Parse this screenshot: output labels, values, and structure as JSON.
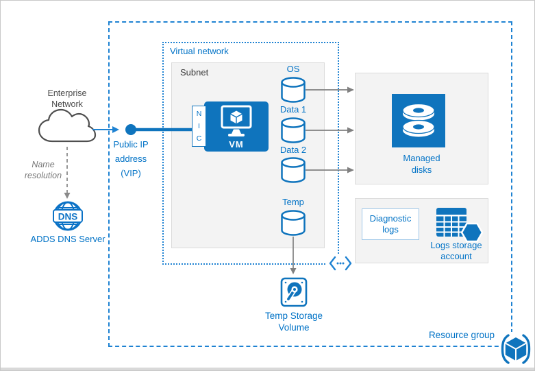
{
  "colors": {
    "accent_blue": "#0072C6",
    "fill_blue": "#0F74BD",
    "border_blue": "#1E82D2",
    "box_gray": "#F3F3F3",
    "arrow_gray": "#808080"
  },
  "rg": {
    "label": "Resource group"
  },
  "vnet": {
    "label": "Virtual network"
  },
  "subnet": {
    "label": "Subnet"
  },
  "left": {
    "enterprise": "Enterprise\nNetwork",
    "name_resolution": "Name\nresolution",
    "dns_text": "DNS",
    "dns_label": "ADDS DNS Server",
    "public_ip": "Public IP\naddress\n(VIP)"
  },
  "vm": {
    "nic": "N\nI\nC",
    "label": "VM"
  },
  "disks": {
    "os": "OS",
    "data1": "Data 1",
    "data2": "Data 2",
    "temp": "Temp"
  },
  "managed_disks": {
    "label": "Managed\ndisks"
  },
  "logs": {
    "diagnostic": "Diagnostic\nlogs",
    "storage": "Logs storage\naccount"
  },
  "temp_storage": {
    "label": "Temp Storage\nVolume"
  }
}
